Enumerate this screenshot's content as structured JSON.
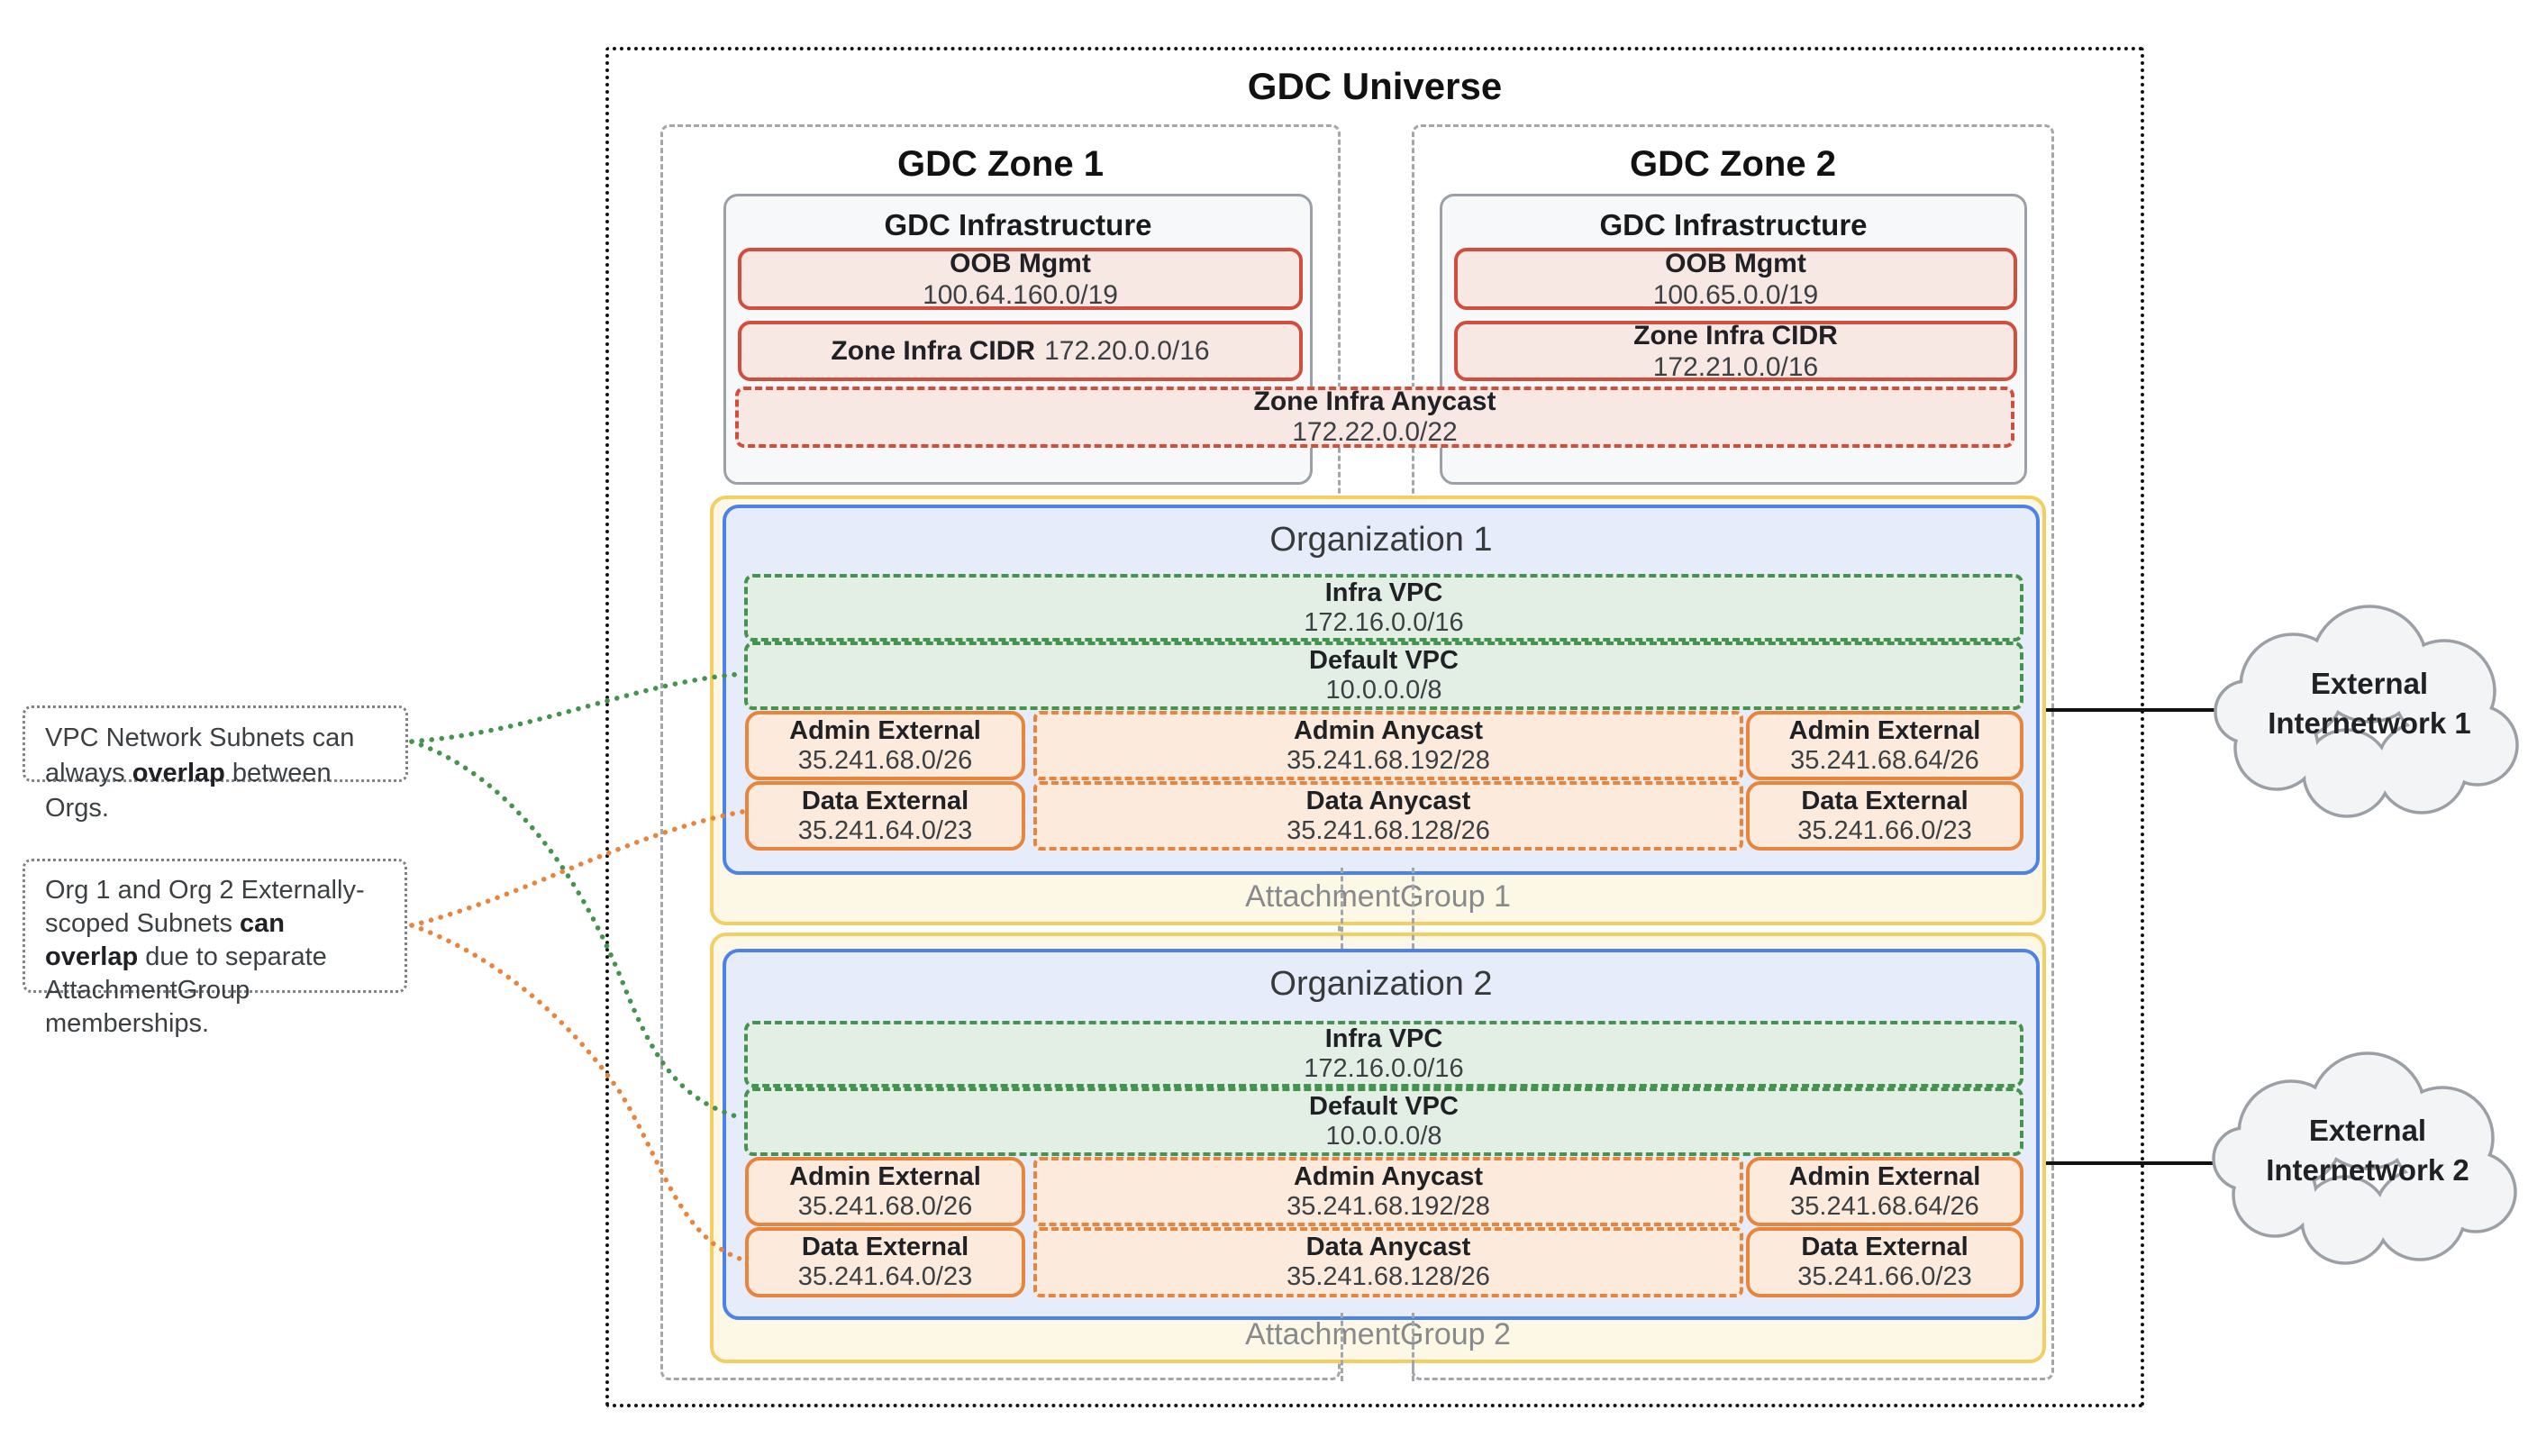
{
  "title": "GDC Universe",
  "zones": [
    {
      "title": "GDC Zone 1",
      "infra_title": "GDC Infrastructure",
      "oob": {
        "label": "OOB Mgmt",
        "cidr": "100.64.160.0/19"
      },
      "zone_cidr": {
        "label": "Zone Infra CIDR",
        "cidr": "172.20.0.0/16"
      }
    },
    {
      "title": "GDC Zone 2",
      "infra_title": "GDC Infrastructure",
      "oob": {
        "label": "OOB Mgmt",
        "cidr": "100.65.0.0/19"
      },
      "zone_cidr": {
        "label": "Zone Infra CIDR",
        "cidr": "172.21.0.0/16"
      }
    }
  ],
  "anycast": {
    "label": "Zone Infra Anycast",
    "cidr": "172.22.0.0/22"
  },
  "organizations": [
    {
      "title": "Organization 1",
      "attachment_group": "AttachmentGroup 1",
      "infra_vpc": {
        "label": "Infra VPC",
        "cidr": "172.16.0.0/16"
      },
      "default_vpc": {
        "label": "Default VPC",
        "cidr": "10.0.0.0/8"
      },
      "subnets": {
        "admin_external_left": {
          "label": "Admin External",
          "cidr": "35.241.68.0/26"
        },
        "admin_anycast": {
          "label": "Admin Anycast",
          "cidr": "35.241.68.192/28"
        },
        "admin_external_right": {
          "label": "Admin External",
          "cidr": "35.241.68.64/26"
        },
        "data_external_left": {
          "label": "Data External",
          "cidr": "35.241.64.0/23"
        },
        "data_anycast": {
          "label": "Data Anycast",
          "cidr": "35.241.68.128/26"
        },
        "data_external_right": {
          "label": "Data External",
          "cidr": "35.241.66.0/23"
        }
      }
    },
    {
      "title": "Organization 2",
      "attachment_group": "AttachmentGroup 2",
      "infra_vpc": {
        "label": "Infra VPC",
        "cidr": "172.16.0.0/16"
      },
      "default_vpc": {
        "label": "Default VPC",
        "cidr": "10.0.0.0/8"
      },
      "subnets": {
        "admin_external_left": {
          "label": "Admin External",
          "cidr": "35.241.68.0/26"
        },
        "admin_anycast": {
          "label": "Admin Anycast",
          "cidr": "35.241.68.192/28"
        },
        "admin_external_right": {
          "label": "Admin External",
          "cidr": "35.241.68.64/26"
        },
        "data_external_left": {
          "label": "Data External",
          "cidr": "35.241.64.0/23"
        },
        "data_anycast": {
          "label": "Data Anycast",
          "cidr": "35.241.68.128/26"
        },
        "data_external_right": {
          "label": "Data External",
          "cidr": "35.241.66.0/23"
        }
      }
    }
  ],
  "clouds": [
    {
      "line1": "External",
      "line2": "Internetwork 1"
    },
    {
      "line1": "External",
      "line2": "Internetwork 2"
    }
  ],
  "notes": [
    {
      "pre": "VPC Network Subnets can always ",
      "bold": "overlap",
      "post": " between Orgs."
    },
    {
      "pre": "Org 1 and Org 2 Externally-scoped Subnets ",
      "bold": "can overlap",
      "post": " due to separate AttachmentGroup memberships."
    }
  ],
  "colors": {
    "red": "#d14e3d",
    "red_fill": "#f8e8e4",
    "green": "#44934f",
    "green_fill": "#e3efe4",
    "orange": "#e8843b",
    "orange_fill": "#fcebdc",
    "blue": "#4d82e8",
    "blue_fill": "#e6ecfa",
    "yellow": "#f2cf60",
    "yellow_fill": "#fdf8e5",
    "gray": "#9aa0a6",
    "infra_fill": "#f7f8f9"
  }
}
